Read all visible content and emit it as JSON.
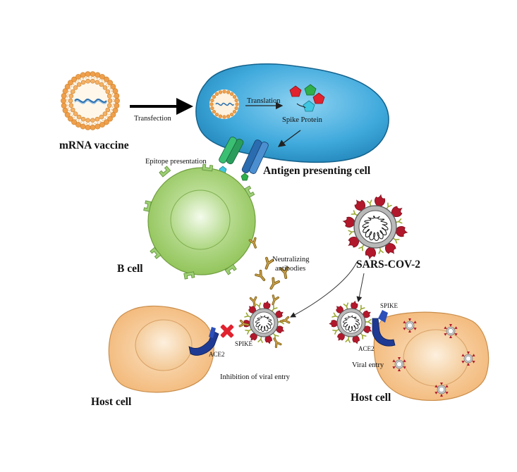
{
  "labels": {
    "mrna_vaccine": "mRNA vaccine",
    "transfection": "Transfection",
    "translation": "Translation",
    "spike_protein": "Spike Protein",
    "epitope_presentation": "Epitope presentation",
    "antigen_presenting_cell": "Antigen presenting cell",
    "b_cell": "B cell",
    "neutralizing": "Neutralizing",
    "antibodies": "antibodies",
    "sars_cov_2": "SARS-COV-2",
    "spike_left": "SPIKE",
    "spike_right": "SPIKE",
    "ace2_left": "ACE2",
    "ace2_right": "ACE2",
    "inhibition": "Inhibition of viral entry",
    "viral_entry": "Viral entry",
    "host_cell_left": "Host cell",
    "host_cell_right": "Host cell"
  },
  "colors": {
    "lipid_orange": "#f0a04b",
    "apc_blue": "#3fa9dc",
    "b_cell_green": "#8cc152",
    "host_cell_orange": "#f5c78e",
    "spike_red": "#b2182b",
    "ace2_blue": "#1f3a93",
    "antibody_gold": "#a07820",
    "receptor_green": "#2a9d5c",
    "receptor_blue": "#2b6cb0"
  }
}
